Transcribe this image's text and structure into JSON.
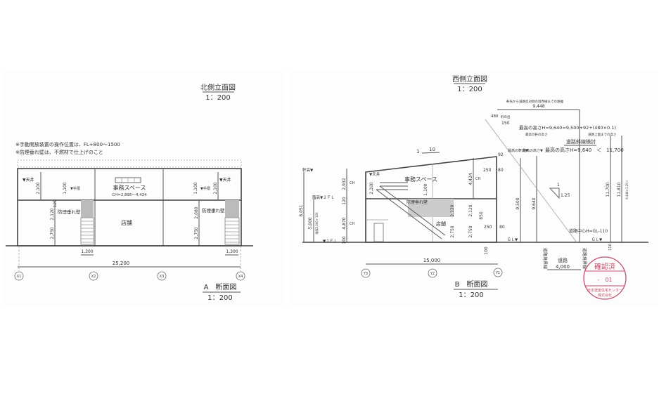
{
  "sheet_a": {
    "elevation_title": "北側立面図",
    "elevation_scale": "1：200",
    "notes": [
      "※手動開放装置の操作位置は、FL+800～1500",
      "※防煙垂れ壁は、不燃材で仕上げのこと"
    ],
    "ceiling_label_left": "▼天井",
    "ceiling_label_right": "▼天井",
    "handrail_left": "▼手摺",
    "handrail_right": "▼手摺",
    "office_label": "事務スペース",
    "office_ch": "CH=2,895～4,424",
    "smoke_wall_left": "防煙垂れ壁",
    "smoke_wall_right": "防煙垂れ壁",
    "shop_label": "店舗",
    "dims": {
      "upper_left": "2,100",
      "mid_left": "120",
      "hr_left": "1,100",
      "h_left": "2,120",
      "low_left": "2,750",
      "stair_left": "1,300",
      "upper_right": "2,100",
      "hr_right": "1,100",
      "h_right": "2,080",
      "low_right": "2,750",
      "stair_right": "1,300",
      "total": "25,200"
    },
    "grid": [
      "X1",
      "X2",
      "X3",
      "X4"
    ],
    "section_title": "A　断面図",
    "section_scale": "1：200"
  },
  "sheet_b": {
    "elevation_title": "西側立面図",
    "elevation_scale": "1：200",
    "slope": {
      "rise": "1",
      "run": "10"
    },
    "eave_label": "軒高▼",
    "ceiling_label": "▼天井",
    "floor2_label": "階高▼２ＦＬ",
    "floor1_label": "▼１ＦＬ",
    "office_label": "事務スペース",
    "smoke_wall": "防煙垂れ壁",
    "shop_label": "店舗",
    "dims": {
      "d8051": "8,051",
      "d5000": "5,000",
      "d5000_note": "階高5,000＋100",
      "d2932": "2,932",
      "d120": "120",
      "d4870": "4,870",
      "d100": "100",
      "d2100": "2,100",
      "d1100": "1,100",
      "d4424": "4,424",
      "d250": "250",
      "d92": "92",
      "d2120a": "2,120",
      "d2750a": "2,750",
      "d2120b": "2,120",
      "d2750b": "2,750",
      "d850": "850",
      "d250b": "250",
      "d80": "80",
      "d80b": "80",
      "d100b": "100",
      "d9500": "9,500",
      "d9640": "9,640",
      "d11700": "11,700",
      "d11810": "11,810",
      "d11810_note": "9,448×1.25＝",
      "total": "15,000",
      "d9448": "9,448",
      "d480": "480",
      "d150": "150"
    },
    "ch_labels": [
      "CH",
      "CH",
      "CH"
    ],
    "road_note": "軒先から道路反対側の境界線までの距離",
    "eave_tip": "軒の出",
    "max_height_formula": "最高の高さH=9,640=9,500+92+(480×0.1)",
    "max_height_note_left": "最高の軒の高さ",
    "max_height_note_right": "道路上面までの高さ",
    "road_slope_check": "道路斜線検討",
    "road_slope_result": "最高の高さH=9,640　＜　11,700",
    "max_eave": "最高の軒高▼",
    "max_height": "最高の高さ▼",
    "slope_ratio": {
      "rise": "1",
      "run": "1.25"
    },
    "road_center": "道路中心H=GL-110",
    "gl_left": "ＧＬ▼",
    "gl_right": "ＧＬ▼",
    "d110": "110",
    "road_boundary_left": "道路境界線",
    "road_boundary_right": "道路境界線",
    "road_label": "道路",
    "road_width": "4,000",
    "grid": [
      "Y3",
      "Y2",
      "Y1"
    ],
    "section_title": "B　断面図",
    "section_scale": "1：200"
  },
  "stamp": {
    "title": "確認済",
    "number": "-　01",
    "org_line1": "日本建築住宅センター",
    "org_line2": "株式会社",
    "color": "#c0506a"
  }
}
